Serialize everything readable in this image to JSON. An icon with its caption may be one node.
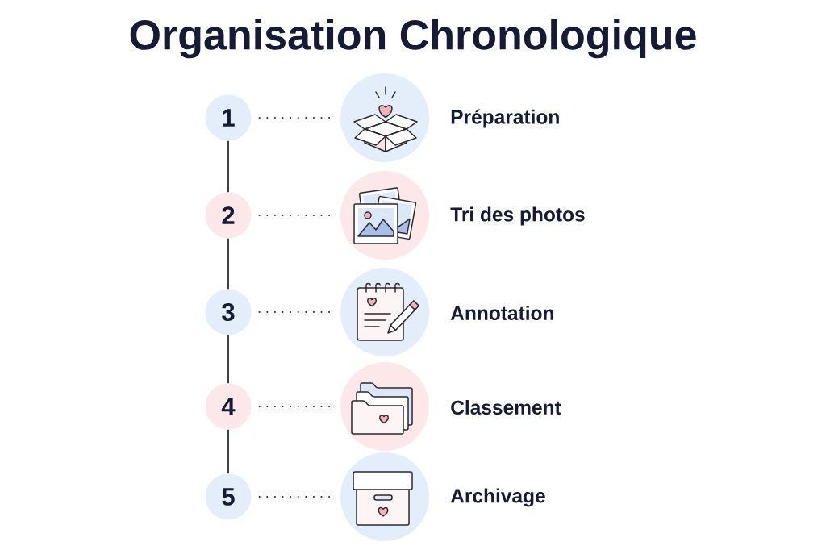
{
  "diagram": {
    "title": "Organisation Chronologique",
    "nodes": [
      {
        "text": [
          "1"
        ]
      },
      {
        "text": [],
        "shape": "picture",
        "beside": [
          "Préparation"
        ]
      },
      {
        "text": [
          "2"
        ]
      },
      {
        "text": [],
        "shape": "picture",
        "beside": [
          "Tri des photos"
        ]
      },
      {
        "text": [
          "3"
        ]
      },
      {
        "text": [],
        "shape": "picture",
        "beside": [
          "Annotation"
        ]
      },
      {
        "text": [
          "4"
        ]
      },
      {
        "text": [],
        "shape": "picture",
        "beside": [
          "Classement"
        ]
      },
      {
        "text": [
          "5"
        ]
      },
      {
        "text": [],
        "shape": "picture",
        "beside": [
          "Archivage"
        ]
      }
    ],
    "edges": [
      {
        "from": 0,
        "to": 1,
        "arrow": "none",
        "style": "dashed"
      },
      {
        "from": 0,
        "to": 2,
        "arrow": "none"
      },
      {
        "from": 2,
        "to": 3,
        "arrow": "none",
        "style": "dashed"
      },
      {
        "from": 2,
        "to": 4,
        "arrow": "none"
      },
      {
        "from": 4,
        "to": 5,
        "arrow": "none",
        "style": "dashed"
      },
      {
        "from": 4,
        "to": 6,
        "arrow": "none"
      },
      {
        "from": 6,
        "to": 7,
        "arrow": "none",
        "style": "dashed"
      },
      {
        "from": 6,
        "to": 8,
        "arrow": "none"
      },
      {
        "from": 8,
        "to": 9,
        "arrow": "none",
        "style": "dashed"
      }
    ]
  }
}
